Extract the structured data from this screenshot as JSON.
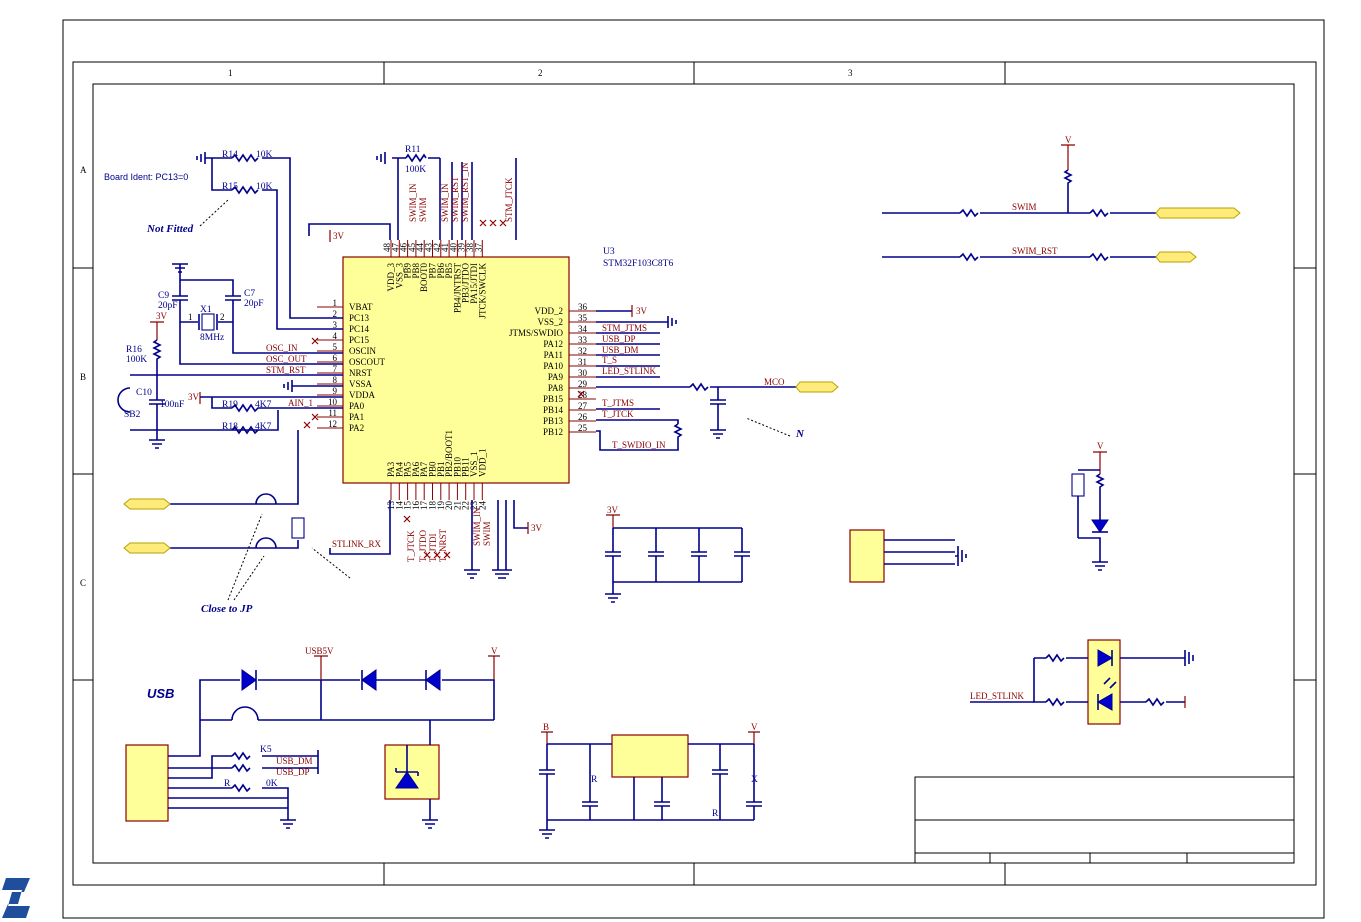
{
  "frame": {
    "columns": [
      "1",
      "2",
      "3"
    ],
    "rows": [
      "A",
      "B",
      "C"
    ]
  },
  "labels": {
    "board_ident": "Board Ident: PC13=0",
    "not_fitted": "Not Fitted",
    "close_to_jp": "Close to JP",
    "usb": "USB",
    "n_note": "N"
  },
  "chip": {
    "ref": "U3",
    "part": "STM32F103C8T6",
    "left_pins": [
      {
        "num": "1",
        "name": "VBAT"
      },
      {
        "num": "2",
        "name": "PC13"
      },
      {
        "num": "3",
        "name": "PC14"
      },
      {
        "num": "4",
        "name": "PC15"
      },
      {
        "num": "5",
        "name": "OSCIN"
      },
      {
        "num": "6",
        "name": "OSCOUT"
      },
      {
        "num": "7",
        "name": "NRST"
      },
      {
        "num": "8",
        "name": "VSSA"
      },
      {
        "num": "9",
        "name": "VDDA"
      },
      {
        "num": "10",
        "name": "PA0"
      },
      {
        "num": "11",
        "name": "PA1"
      },
      {
        "num": "12",
        "name": "PA2"
      }
    ],
    "right_pins": [
      {
        "num": "36",
        "name": "VDD_2"
      },
      {
        "num": "35",
        "name": "VSS_2"
      },
      {
        "num": "34",
        "name": "JTMS/SWDIO"
      },
      {
        "num": "33",
        "name": "PA12"
      },
      {
        "num": "32",
        "name": "PA11"
      },
      {
        "num": "31",
        "name": "PA10"
      },
      {
        "num": "30",
        "name": "PA9"
      },
      {
        "num": "29",
        "name": "PA8"
      },
      {
        "num": "28",
        "name": "PB15"
      },
      {
        "num": "27",
        "name": "PB14"
      },
      {
        "num": "26",
        "name": "PB13"
      },
      {
        "num": "25",
        "name": "PB12"
      }
    ],
    "top_pins": [
      {
        "num": "48",
        "name": "VDD_3"
      },
      {
        "num": "47",
        "name": "VSS_3"
      },
      {
        "num": "46",
        "name": "PB9"
      },
      {
        "num": "45",
        "name": "PB8"
      },
      {
        "num": "44",
        "name": "BOOT0"
      },
      {
        "num": "43",
        "name": "PB7"
      },
      {
        "num": "42",
        "name": "PB6"
      },
      {
        "num": "41",
        "name": "PB5"
      },
      {
        "num": "40",
        "name": "PB4/JNTRST"
      },
      {
        "num": "39",
        "name": "PB3/JTDO"
      },
      {
        "num": "38",
        "name": "PA15/JTDI"
      },
      {
        "num": "37",
        "name": "JTCK/SWCLK"
      }
    ],
    "bottom_pins": [
      {
        "num": "13",
        "name": "PA3"
      },
      {
        "num": "14",
        "name": "PA4"
      },
      {
        "num": "15",
        "name": "PA5"
      },
      {
        "num": "16",
        "name": "PA6"
      },
      {
        "num": "17",
        "name": "PA7"
      },
      {
        "num": "18",
        "name": "PB0"
      },
      {
        "num": "19",
        "name": "PB1"
      },
      {
        "num": "20",
        "name": "PB2/BOOT1"
      },
      {
        "num": "21",
        "name": "PB10"
      },
      {
        "num": "22",
        "name": "PB11"
      },
      {
        "num": "23",
        "name": "VSS_1"
      },
      {
        "num": "24",
        "name": "VDD_1"
      }
    ]
  },
  "components": {
    "r14": "R14",
    "r14_val": "10K",
    "r15": "R15",
    "r15_val": "10K",
    "r11": "R11",
    "r11_val": "100K",
    "c9": "C9",
    "c9_val": "20pF",
    "c7": "C7",
    "c7_val": "20pF",
    "x1": "X1",
    "x1_val": "8MHz",
    "x1_p1": "1",
    "x1_p2": "2",
    "r16": "R16",
    "r16_val": "100K",
    "c10": "C10",
    "c10_val": "100nF",
    "sb2": "SB2",
    "r19": "R19",
    "r19_val": "4K7",
    "r18": "R18",
    "r18_val": "4K7",
    "k5": "K5",
    "r_gen": "R",
    "ok": "0K",
    "x_lbl": "X"
  },
  "power": {
    "v3": "3V",
    "v": "V",
    "usb5v": "USB5V",
    "b": "B"
  },
  "nets": {
    "osc_in": "OSC_IN",
    "osc_out": "OSC_OUT",
    "stm_rst": "STM_RST",
    "ain_1": "AIN_1",
    "stm_jtms": "STM_JTMS",
    "usb_dp": "USB_DP",
    "usb_dm": "USB_DM",
    "t_s": "T_S",
    "led_stlink": "LED_STLINK",
    "mco": "MCO",
    "t_jtms": "T_JTMS",
    "t_jtck": "T_JTCK",
    "t_swdio_in": "T_SWDIO_IN",
    "stlink_rx": "STLINK_RX",
    "swim": "SWIM",
    "swim_rst": "SWIM_RST",
    "top_swim_in": "SWIM_IN",
    "top_swim": "SWIM",
    "top_swim_in2": "SWIM_IN",
    "top_swim_rst": "SWIM_RST",
    "top_swim_rst_in": "SWIM_RST_IN",
    "top_stm_jtck": "STM_JTCK",
    "bot_t_jtck": "T_JTCK",
    "bot_t_jtdo": "T_JTDO",
    "bot_t_jtdi": "T_JTDI",
    "bot_t_nrst": "T_NRST",
    "bot_swim_in": "SWIM_IN",
    "bot_swim": "SWIM",
    "usb_dm2": "USB_DM",
    "usb_dp2": "USB_DP"
  },
  "colors": {
    "wire": "#00008b",
    "frame": "#000000",
    "net_label": "#8b0000",
    "chip_fill": "#ffff99",
    "port_fill": "#ffeb7a"
  }
}
